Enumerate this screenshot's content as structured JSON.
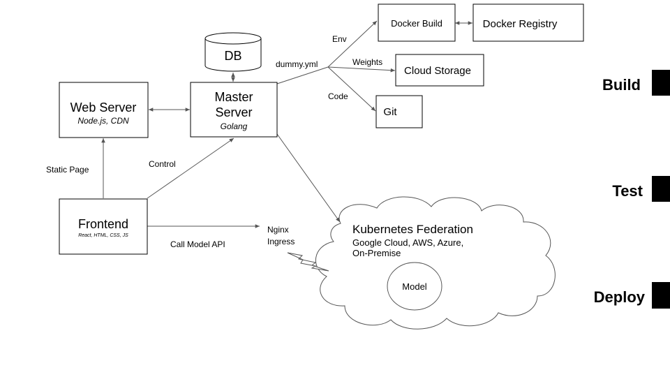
{
  "nodes": {
    "db": {
      "label": "DB"
    },
    "web_server": {
      "title": "Web Server",
      "subtitle": "Node.js, CDN"
    },
    "master_server": {
      "title_line1": "Master",
      "title_line2": "Server",
      "subtitle": "Golang"
    },
    "frontend": {
      "title": "Frontend",
      "subtitle": "React, HTML, CSS, JS"
    },
    "docker_build": {
      "label": "Docker Build"
    },
    "docker_registry": {
      "label": "Docker Registry"
    },
    "cloud_storage": {
      "label": "Cloud Storage"
    },
    "git": {
      "label": "Git"
    },
    "kubernetes": {
      "title": "Kubernetes Federation",
      "line1": "Google Cloud, AWS, Azure,",
      "line2": "On-Premise"
    },
    "model": {
      "label": "Model"
    },
    "nginx": {
      "line1": "Nginx",
      "line2": "Ingress"
    }
  },
  "edge_labels": {
    "dummy_yml": "dummy.yml",
    "env": "Env",
    "weights": "Weights",
    "code": "Code",
    "static_page": "Static Page",
    "control": "Control",
    "call_model_api": "Call Model API"
  },
  "phases": [
    {
      "label": "Build"
    },
    {
      "label": "Test"
    },
    {
      "label": "Deploy"
    }
  ]
}
